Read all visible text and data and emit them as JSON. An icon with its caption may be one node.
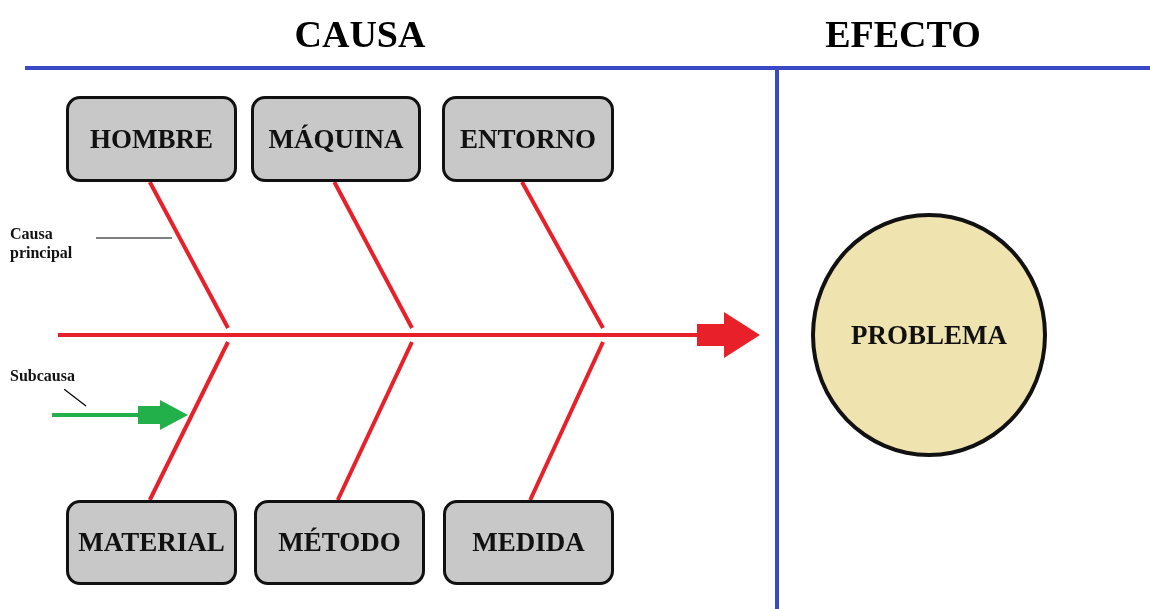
{
  "diagram": {
    "nodes": [
      {
        "text": [
          "HOMBRE"
        ]
      },
      {
        "text": [
          "MÁQUINA"
        ]
      },
      {
        "text": [
          "ENTORNO"
        ]
      },
      {
        "text": [
          "MATERIAL"
        ]
      },
      {
        "text": [
          "MÉTODO"
        ]
      },
      {
        "text": [
          "MEDIDA"
        ]
      },
      {
        "text": [
          "PROBLEMA"
        ]
      },
      {
        "text": [
          "Causa principal"
        ]
      },
      {
        "text": [
          "Subcausa"
        ]
      }
    ],
    "edges": [
      {
        "from": 0,
        "to": null,
        "arrow": "none"
      },
      {
        "from": 1,
        "to": null,
        "arrow": "none"
      },
      {
        "from": 2,
        "to": null,
        "arrow": "none"
      },
      {
        "from": 3,
        "to": null,
        "arrow": "none"
      },
      {
        "from": 4,
        "to": null,
        "arrow": "none"
      },
      {
        "from": 5,
        "to": null,
        "arrow": "none"
      },
      {
        "from": 7,
        "to": null,
        "arrow": "none",
        "color": "#000000"
      },
      {
        "from": 8,
        "to": null,
        "arrow": "none",
        "color": "#000000"
      }
    ],
    "labels": [
      "CAUSA",
      "EFECTO"
    ]
  }
}
